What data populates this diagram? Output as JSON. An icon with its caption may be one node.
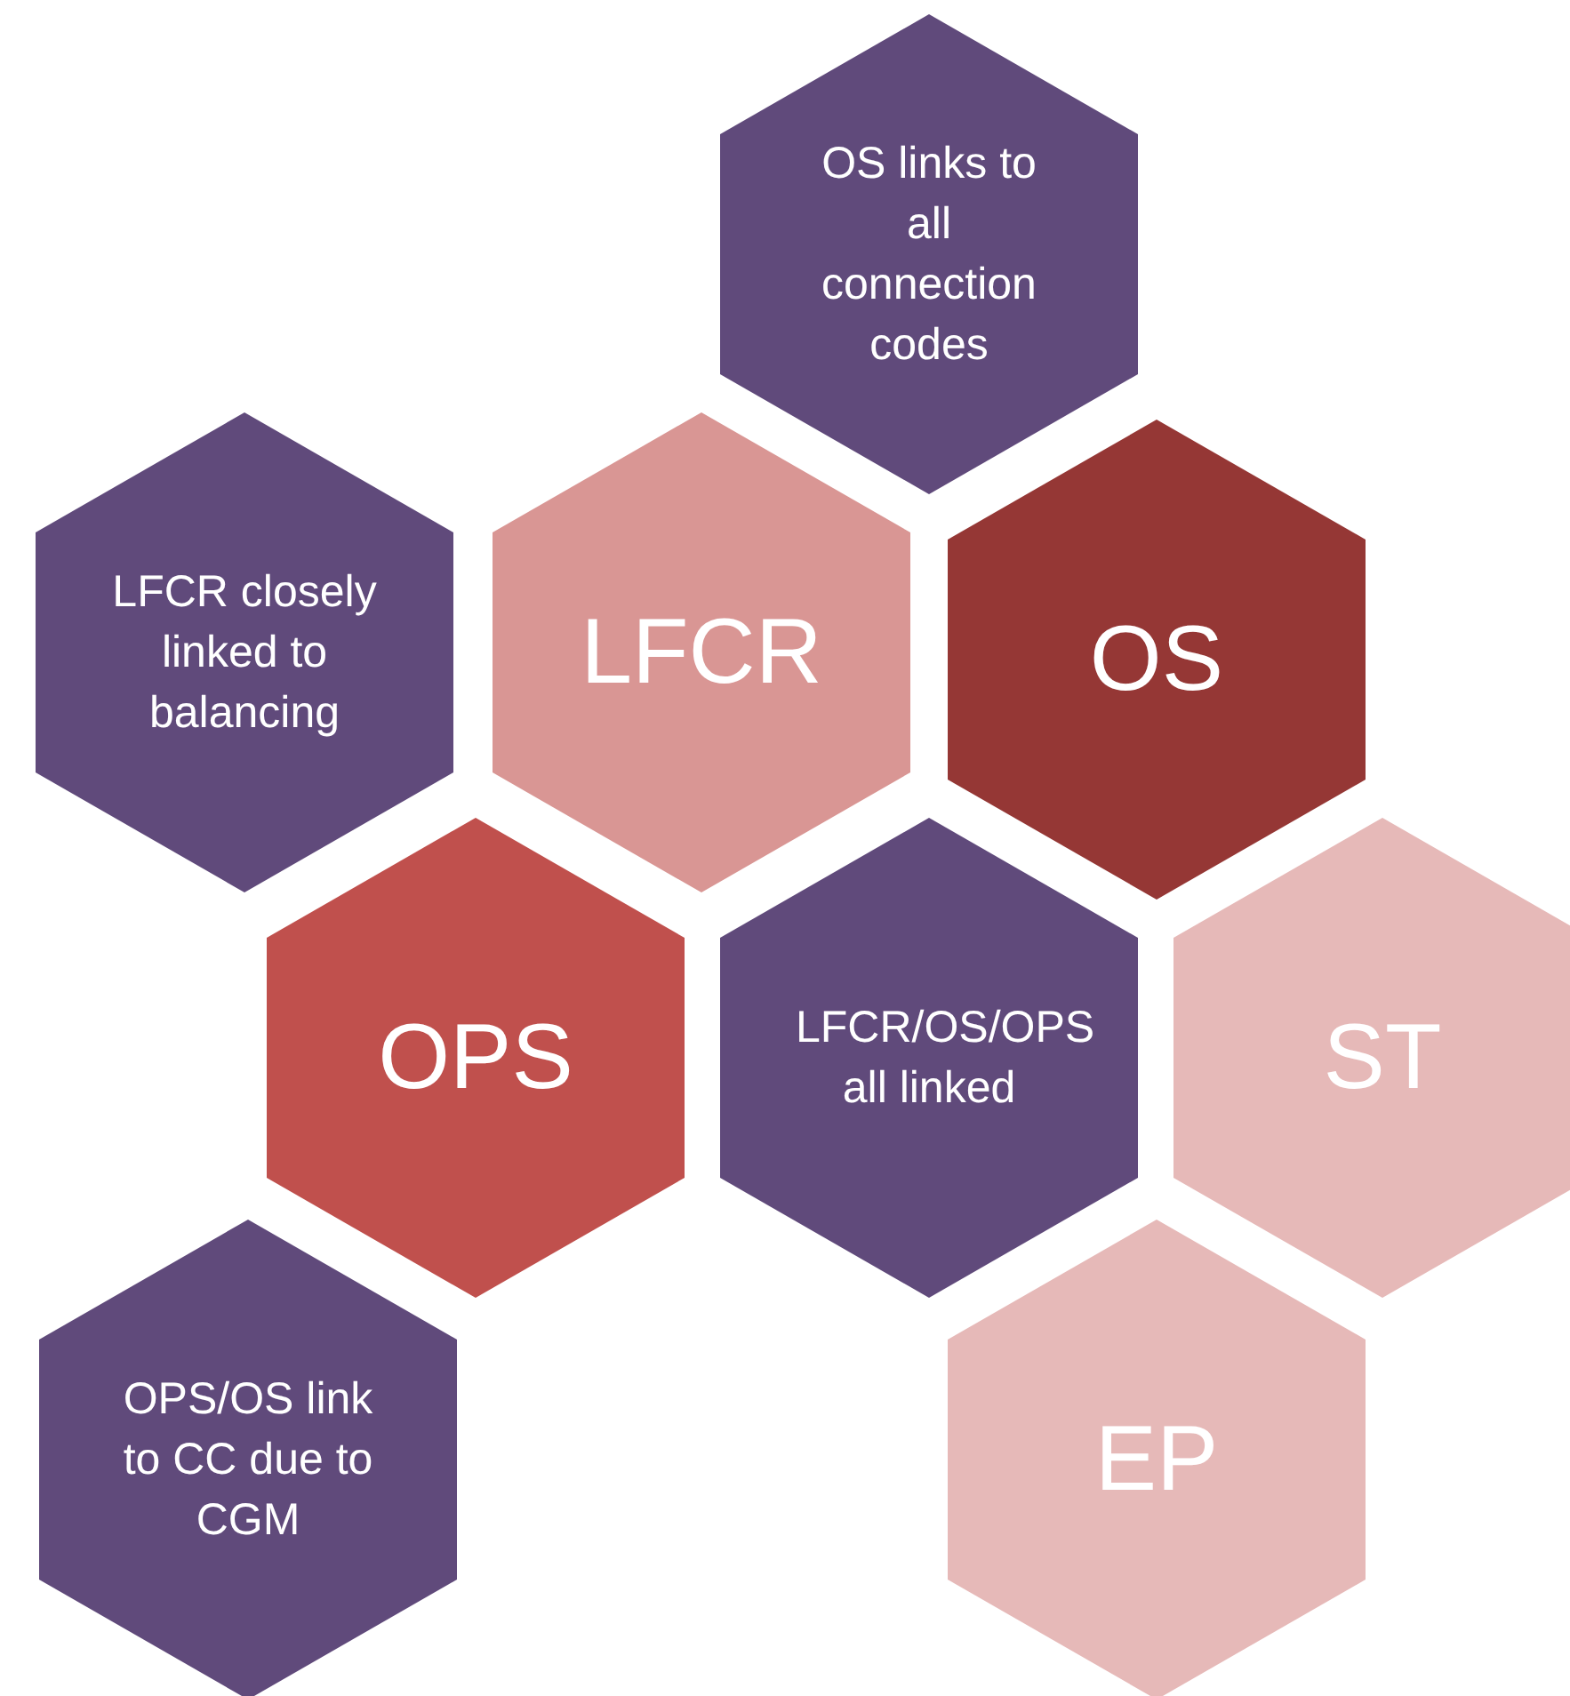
{
  "diagram": {
    "nodes": [
      {
        "text": [
          "OS links to all connection codes"
        ]
      },
      {
        "text": [
          "LFCR closely linked to balancing"
        ]
      },
      {
        "text": [
          "LFCR"
        ]
      },
      {
        "text": [
          "OS"
        ]
      },
      {
        "text": [
          "OPS"
        ]
      },
      {
        "text": [
          "LFCR/OS/OPS all linked"
        ]
      },
      {
        "text": [
          "ST"
        ]
      },
      {
        "text": [
          "OPS/OS link to CC due to CGM"
        ]
      },
      {
        "text": [
          "EP"
        ]
      }
    ]
  }
}
